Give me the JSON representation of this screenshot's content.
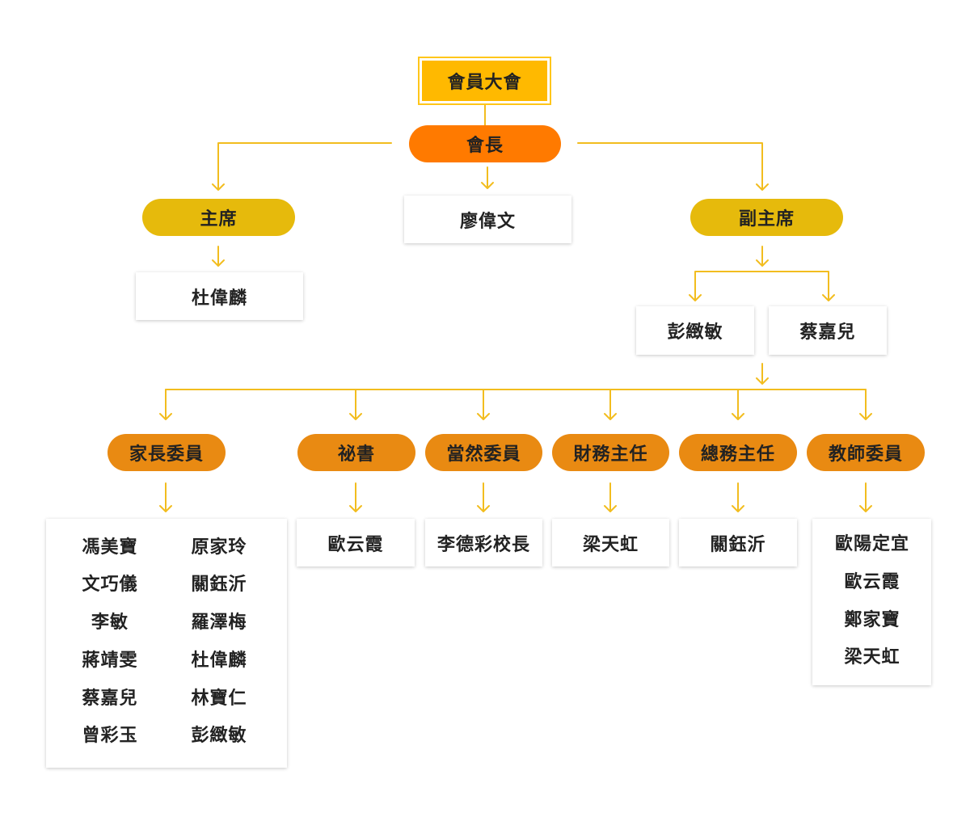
{
  "colors": {
    "line": "#F2BD1F",
    "assembly": "#FFB900",
    "president": "#FF7A00",
    "chair": "#E6BA0C",
    "committee": "#E98A12",
    "text": "#222222"
  },
  "assembly": {
    "label": "會員大會"
  },
  "president": {
    "label": "會長",
    "member": "廖偉文"
  },
  "chair": {
    "label": "主席",
    "member": "杜偉麟"
  },
  "vice_chair": {
    "label": "副主席",
    "members": [
      "彭緻敏",
      "蔡嘉兒"
    ]
  },
  "committees": [
    {
      "label": "家長委員",
      "columns": [
        [
          "馮美寶",
          "文巧儀",
          "李敏",
          "蔣靖雯",
          "蔡嘉兒",
          "曾彩玉"
        ],
        [
          "原家玲",
          "關鈺沂",
          "羅澤梅",
          "杜偉麟",
          "林寶仁",
          "彭緻敏"
        ]
      ]
    },
    {
      "label": "祕書",
      "members": [
        "歐云霞"
      ]
    },
    {
      "label": "當然委員",
      "members": [
        "李德彩校長"
      ]
    },
    {
      "label": "財務主任",
      "members": [
        "梁天虹"
      ]
    },
    {
      "label": "總務主任",
      "members": [
        "關鈺沂"
      ]
    },
    {
      "label": "教師委員",
      "members": [
        "歐陽定宜",
        "歐云霞",
        "鄭家寶",
        "梁天虹"
      ]
    }
  ]
}
